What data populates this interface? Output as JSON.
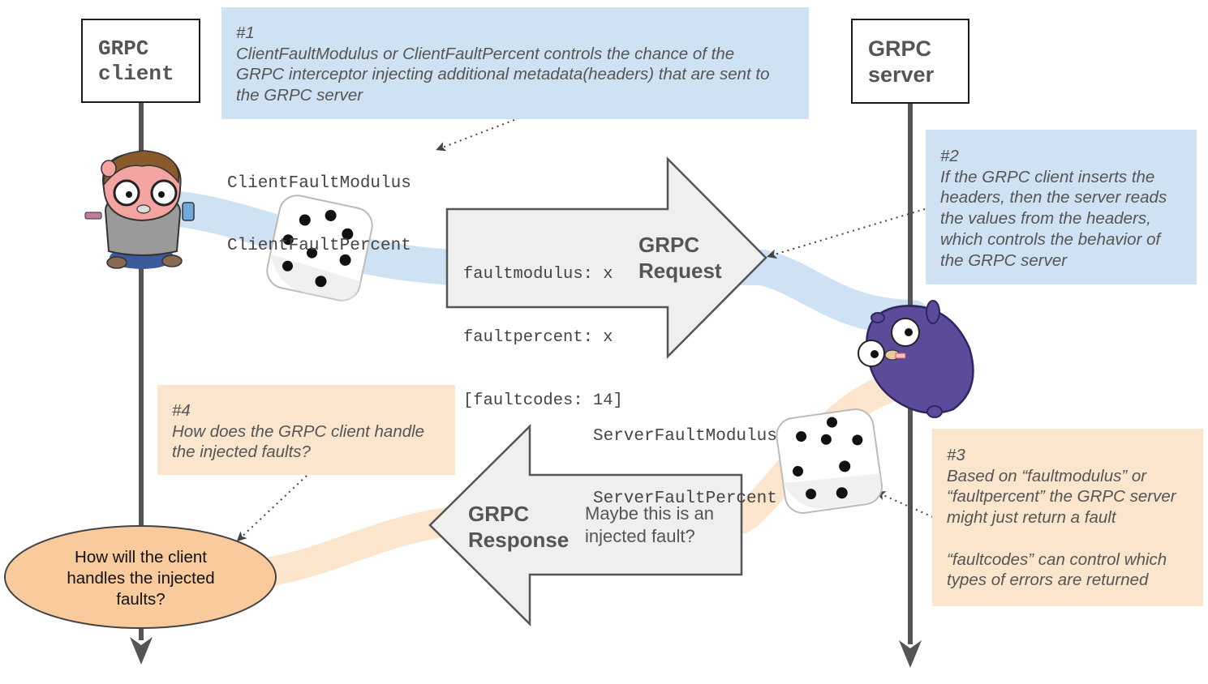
{
  "lifelines": {
    "client_label_line1": "GRPC",
    "client_label_line2": "client",
    "server_label_line1": "GRPC",
    "server_label_line2": "server"
  },
  "notes": {
    "n1": {
      "number": "#1",
      "text": "ClientFaultModulus or ClientFaultPercent controls the chance of the\nGRPC interceptor injecting additional metadata(headers) that are sent to\nthe GRPC server"
    },
    "n2": {
      "number": "#2",
      "text": "If the GRPC client inserts the\nheaders, then the server reads\nthe values from the headers,\nwhich controls the behavior of\nthe GRPC server"
    },
    "n3": {
      "number": "#3",
      "text": "Based on “faultmodulus” or\n“faultpercent” the GRPC server\nmight just return a fault\n\n“faultcodes” can control which\ntypes of errors are returned"
    },
    "n4": {
      "number": "#4",
      "text": "How does the GRPC client handle\nthe injected faults?"
    }
  },
  "client_params": {
    "line1": "ClientFaultModulus",
    "line2": "ClientFaultPercent"
  },
  "server_params": {
    "line1": "ServerFaultModulus",
    "line2": "ServerFaultPercent"
  },
  "request": {
    "headers_line1": "faultmodulus: x",
    "headers_line2": "faultpercent: x",
    "headers_line3": "[faultcodes: 14]",
    "label_line1": "GRPC",
    "label_line2": "Request"
  },
  "response": {
    "label_line1": "GRPC",
    "label_line2": "Response",
    "note_line1": "Maybe this is an",
    "note_line2": "injected fault?"
  },
  "client_outcome": {
    "line1": "How will the client",
    "line2": "handles the injected",
    "line3": "faults?"
  },
  "colors": {
    "blue_note": "#cfe2f3",
    "orange_note": "#fce5cd",
    "request_path": "#cfe2f3",
    "response_path": "#fce5cd",
    "outcome_fill": "#f9cb9c",
    "arrow_fill": "#efefef",
    "lifeline": "#555555"
  }
}
